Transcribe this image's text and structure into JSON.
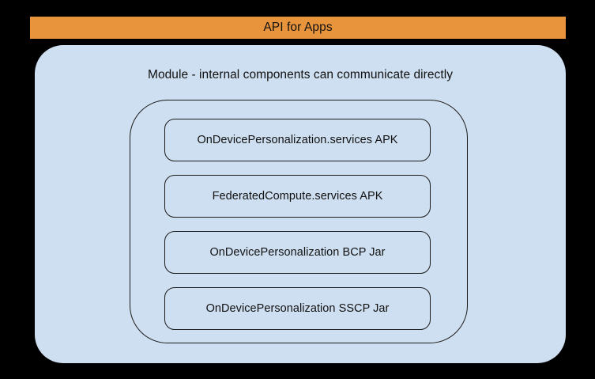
{
  "diagram": {
    "title": "API for Apps",
    "banner": {
      "label": "API for Apps",
      "color": "#e8943c"
    },
    "module": {
      "label": "Module - internal components can communicate directly",
      "color": "#cedff1"
    },
    "internal_group": {
      "stroke_color": "#1b1b1b"
    },
    "components": [
      {
        "label": "OnDevicePersonalization.services APK"
      },
      {
        "label": "FederatedCompute.services APK"
      },
      {
        "label": "OnDevicePersonalization BCP Jar"
      },
      {
        "label": "OnDevicePersonalization SSCP Jar"
      }
    ],
    "background_color": "#000000"
  }
}
